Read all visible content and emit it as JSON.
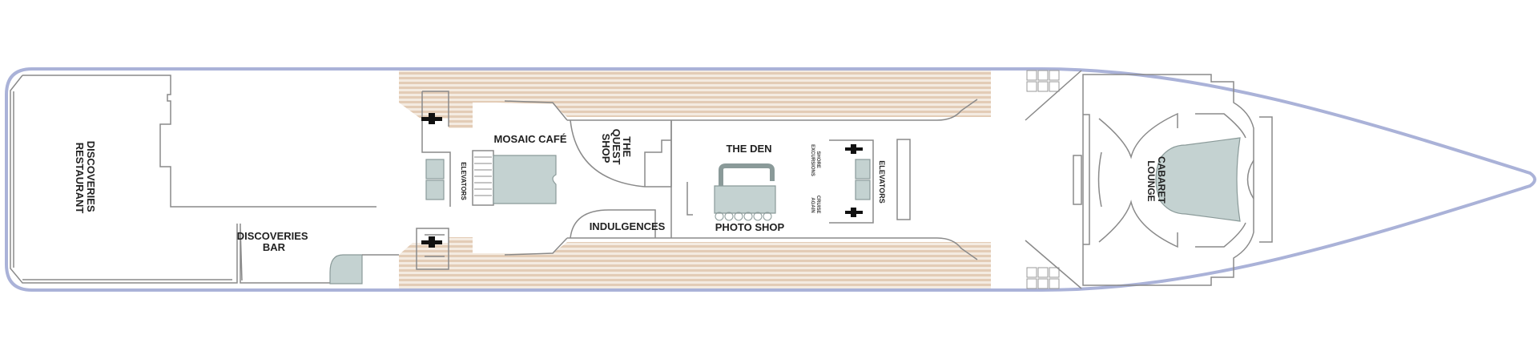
{
  "deck_plan": {
    "colors": {
      "hull": "#aab2d8",
      "deck_planks": "#e3ccb6",
      "feature_fill": "#c4d2d1",
      "walls": "#8a8a8a"
    },
    "labels": {
      "discoveries_restaurant": [
        "DISCOVERIES",
        "RESTAURANT"
      ],
      "discoveries_bar": [
        "DISCOVERIES",
        "BAR"
      ],
      "mosaic_cafe": "MOSAIC CAFÉ",
      "elevators_aft": "ELEVATORS",
      "quest_shop": [
        "THE",
        "QUEST",
        "SHOP"
      ],
      "indulgences": "INDULGENCES",
      "the_den": "THE DEN",
      "photo_shop": "PHOTO SHOP",
      "shore_excursions": [
        "SHORE",
        "EXCURSIONS"
      ],
      "cruise_again": [
        "CRUISE",
        "AGAIN"
      ],
      "elevators_fwd": "ELEVATORS",
      "cabaret_lounge": [
        "CABARET",
        "LOUNGE"
      ]
    },
    "icons": [
      "restroom-icon",
      "elevator-icon",
      "stairs-icon",
      "deck-chairs-icon"
    ]
  }
}
